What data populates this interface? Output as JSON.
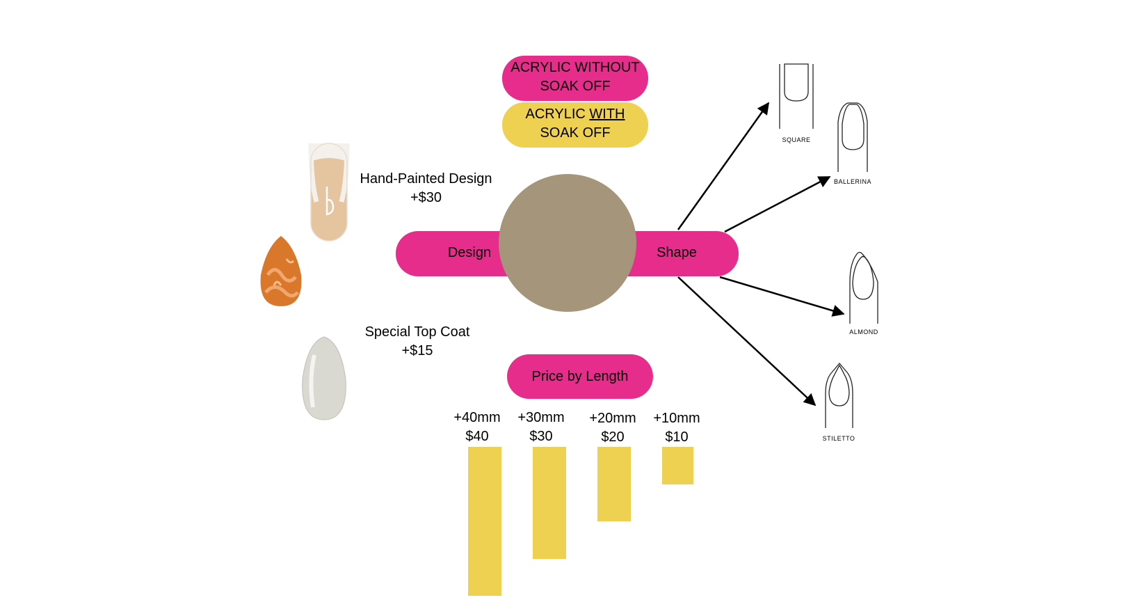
{
  "colors": {
    "pink": "#e72d8c",
    "yellow": "#efd151",
    "circle": "#a5967b"
  },
  "top_options": [
    {
      "line1": "ACRYLIC WITHOUT",
      "line2": "SOAK OFF"
    },
    {
      "line1_pre": "ACRYLIC ",
      "line1_underlined": "WITH",
      "line2": "SOAK OFF"
    }
  ],
  "hub": {
    "left_label": "Design",
    "right_label": "Shape"
  },
  "design_options": [
    {
      "name": "Hand-Painted Design",
      "price": "+$30"
    },
    {
      "name": "Special Top Coat",
      "price": "+$15"
    }
  ],
  "shapes": [
    "SQUARE",
    "BALLERINA",
    "ALMOND",
    "STILETTO"
  ],
  "length_title": "Price by Length",
  "chart_data": {
    "type": "bar",
    "categories": [
      "+40mm",
      "+30mm",
      "+20mm",
      "+10mm"
    ],
    "price_labels": [
      "$40",
      "$30",
      "$20",
      "$10"
    ],
    "values": [
      40,
      30,
      20,
      10
    ]
  }
}
